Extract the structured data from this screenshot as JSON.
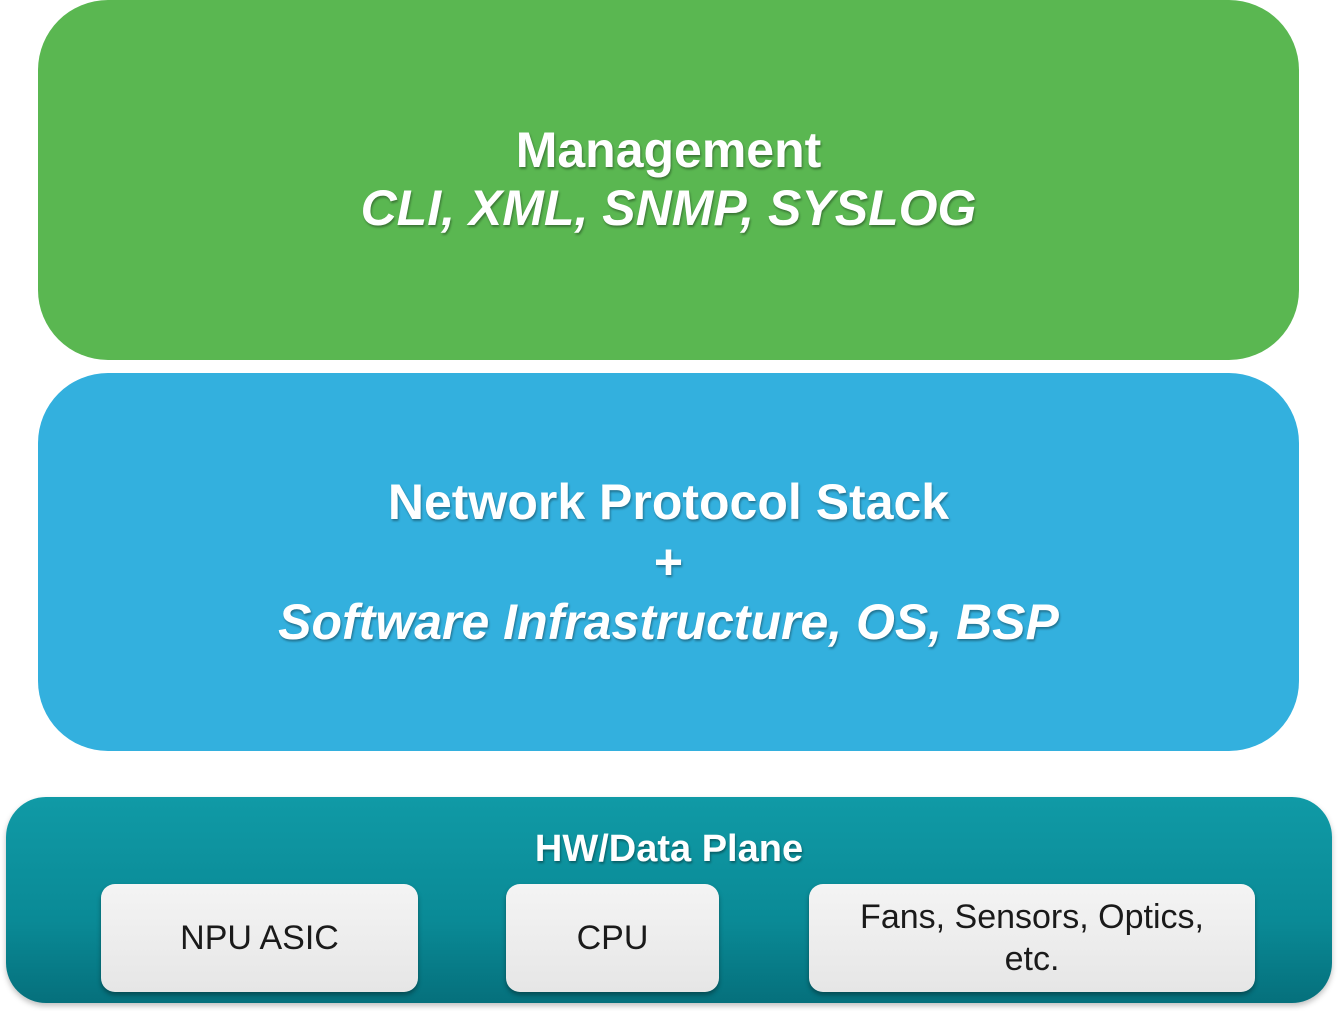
{
  "management": {
    "title": "Management",
    "subtitle": "CLI, XML, SNMP, SYSLOG",
    "color": "#5ab751"
  },
  "network": {
    "title": "Network Protocol Stack",
    "plus": "+",
    "subtitle": "Software Infrastructure, OS, BSP",
    "color": "#33b0de"
  },
  "hardware": {
    "title": "HW/Data Plane",
    "color": "#0a8a96",
    "components": [
      {
        "label": "NPU ASIC"
      },
      {
        "label": "CPU"
      },
      {
        "label": "Fans, Sensors, Optics, etc."
      }
    ]
  }
}
